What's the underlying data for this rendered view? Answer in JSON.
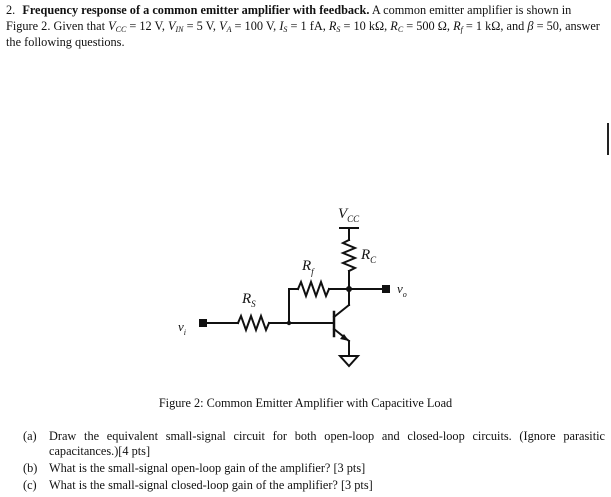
{
  "problem": {
    "number": "2.",
    "title": "Frequency response of a common emitter amplifier with feedback.",
    "intro": "A common emitter amplifier is shown in Figure 2. Given that",
    "vcc_eq": "= 12 V,",
    "vin_eq": "= 5 V,",
    "va_eq": "= 100 V,",
    "is_eq": "= 1 fA,",
    "rs_eq": "= 10 kΩ,",
    "rc_eq": "= 500 Ω,",
    "rf_eq": "= 1 kΩ, and",
    "beta_eq": "= 50, answer the following questions."
  },
  "circuit": {
    "vcc": "V",
    "vcc_sub": "CC",
    "rc": "R",
    "rc_sub": "C",
    "rf": "R",
    "rf_sub": "f",
    "rs": "R",
    "rs_sub": "S",
    "vi": "v",
    "vi_sub": "i",
    "vo": "v",
    "vo_sub": "o"
  },
  "figure_caption": "Figure 2: Common Emitter Amplifier with Capacitive Load",
  "questions": [
    {
      "label": "(a)",
      "text": "Draw the equivalent small-signal circuit for both open-loop and closed-loop circuits. (Ignore parasitic capacitances.)[4 pts]"
    },
    {
      "label": "(b)",
      "text": "What is the small-signal open-loop gain of the amplifier? [3 pts]"
    },
    {
      "label": "(c)",
      "text": "What is the small-signal closed-loop gain of the amplifier? [3 pts]"
    }
  ]
}
